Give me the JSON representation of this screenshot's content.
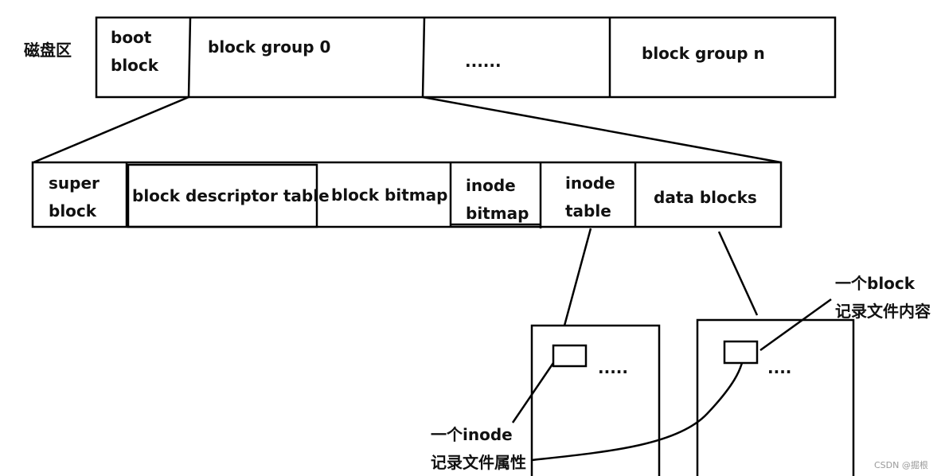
{
  "disk_label": "磁盘区",
  "partition": {
    "boot_block": [
      "boot",
      "block"
    ],
    "block_group_0": "block group 0",
    "ellipsis": "......",
    "block_group_n": "block group  n"
  },
  "block_group": {
    "super_block": [
      "super",
      "block"
    ],
    "block_descriptor_table": "block descriptor table",
    "block_bitmap": "block bitmap",
    "inode_bitmap": [
      "inode",
      "bitmap"
    ],
    "inode_table": [
      "inode",
      "table"
    ],
    "data_blocks": "data blocks"
  },
  "inode_table_detail": {
    "ellipsis": "....."
  },
  "data_blocks_detail": {
    "ellipsis": "...."
  },
  "annotations": {
    "one_inode": [
      "一个inode",
      "记录文件属性"
    ],
    "one_block": [
      "一个block",
      "记录文件内容"
    ]
  },
  "watermark": "CSDN @掘根"
}
